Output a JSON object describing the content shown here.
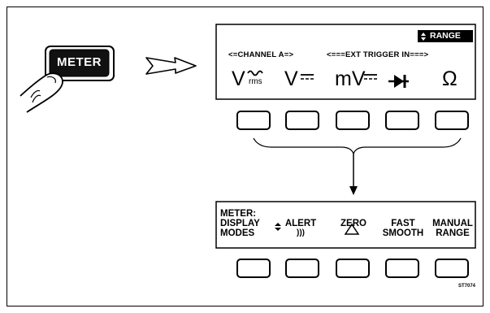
{
  "meter_key": {
    "label": "METER"
  },
  "top_display": {
    "range_label": "RANGE",
    "channel_a_label": "<=CHANNEL A=>",
    "ext_trigger_label": "<===EXT TRIGGER IN===>",
    "functions": [
      {
        "symbol": "V",
        "sub": "rms",
        "mark": "~"
      },
      {
        "symbol": "V",
        "mark": "="
      },
      {
        "symbol": "mV",
        "mark": "="
      },
      {
        "symbol": "",
        "mark": "diode"
      },
      {
        "symbol": "Ω"
      }
    ]
  },
  "bottom_display": {
    "labels": [
      {
        "line1": "METER:",
        "line2": "DISPLAY",
        "line3": "MODES"
      },
      {
        "line1": "ALERT",
        "line2": ")))"
      },
      {
        "line1": "ZERO",
        "line2": "Δ"
      },
      {
        "line1": "FAST",
        "line2": "SMOOTH"
      },
      {
        "line1": "MANUAL",
        "line2": "RANGE"
      }
    ]
  },
  "figure_code": "ST7074"
}
